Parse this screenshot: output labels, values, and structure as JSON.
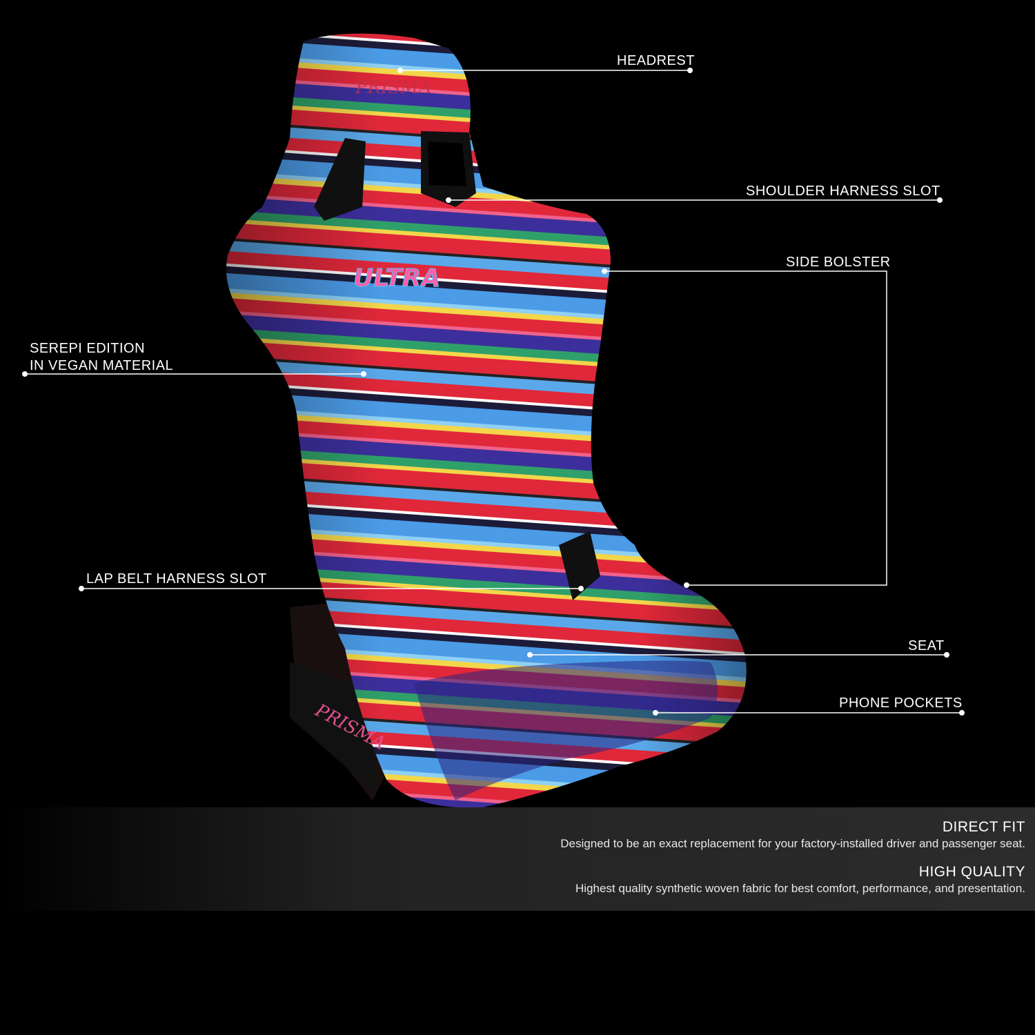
{
  "callouts": {
    "headrest": "HEADREST",
    "shoulder_harness_slot": "SHOULDER HARNESS SLOT",
    "side_bolster": "SIDE BOLSTER",
    "material_line1": "SEREPI EDITION",
    "material_line2": "IN VEGAN MATERIAL",
    "lap_belt_harness_slot": "LAP BELT HARNESS SLOT",
    "seat": "SEAT",
    "phone_pockets": "PHONE POCKETS"
  },
  "seat_graphics": {
    "headrest_logo": "PRISMA",
    "back_logo": "ULTRA",
    "side_logo": "PRISMA"
  },
  "features": [
    {
      "title": "DIRECT FIT",
      "description": "Designed to be an exact replacement for your factory-installed driver and passenger seat."
    },
    {
      "title": "HIGH QUALITY",
      "description": "Highest quality synthetic woven fabric for best comfort, performance, and presentation."
    }
  ],
  "colors": {
    "background": "#000000",
    "stripe_red": "#e0283a",
    "stripe_blue": "#4b9be6",
    "stripe_purple": "#3c2f9c",
    "stripe_yellow": "#f3d64a",
    "stripe_green": "#2fa06a",
    "stripe_pink": "#f0628c"
  }
}
